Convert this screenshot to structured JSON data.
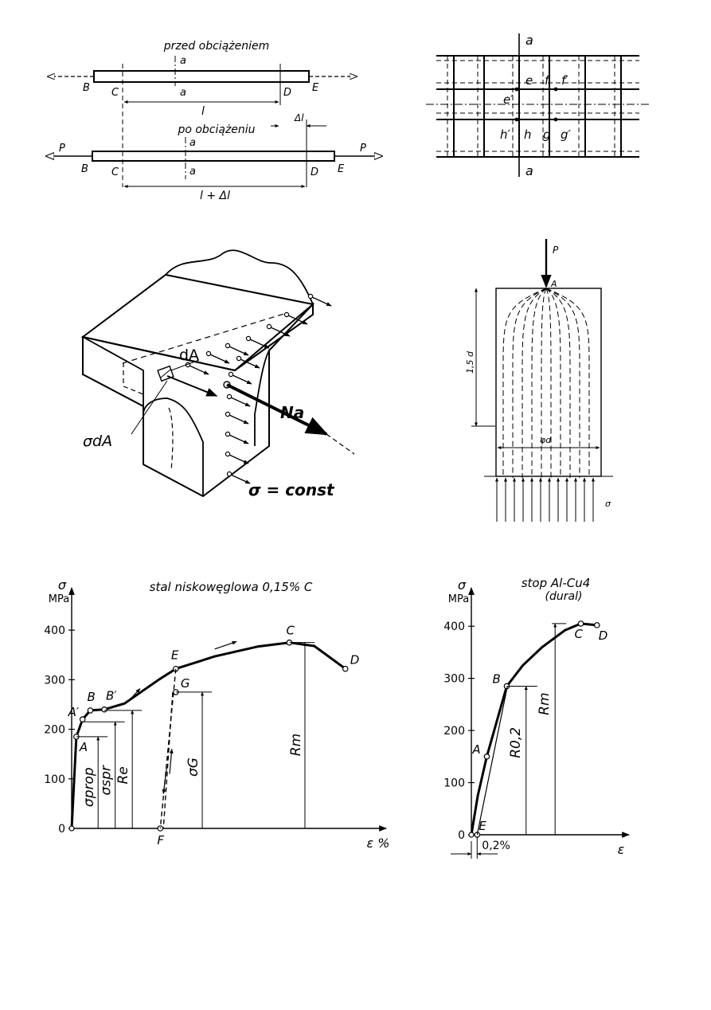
{
  "fig1": {
    "title_before": "przed obciążeniem",
    "title_after": "po obciążeniu",
    "label_a": "a",
    "label_B": "B",
    "label_C": "C",
    "label_D": "D",
    "label_E": "E",
    "label_l": "l",
    "label_dl": "Δl",
    "label_l_dl": "l + Δl",
    "label_P": "P"
  },
  "fig2": {
    "label_a": "a",
    "labels": [
      "e",
      "f",
      "f′",
      "e′",
      "h′",
      "h",
      "g",
      "g′"
    ]
  },
  "fig3": {
    "label_dA": "dA",
    "label_sigma_dA": "σdA",
    "label_Na": "Na",
    "label_sigma_const": "σ = const"
  },
  "fig4": {
    "label_P": "P",
    "label_A": "A",
    "label_15d": "1,5 d",
    "label_phid": "φd",
    "label_sigma": "σ"
  },
  "chart_data": [
    {
      "type": "line",
      "title": "stal niskowęglowa 0,15% C",
      "ylabel": "σ MPa",
      "xlabel": "ε %",
      "yticks": [
        0,
        100,
        200,
        300,
        400
      ],
      "ylim": [
        0,
        450
      ],
      "series": [
        {
          "points": [
            [
              0,
              0
            ],
            [
              0.15,
              185
            ],
            [
              0.35,
              220
            ],
            [
              0.6,
              238
            ],
            [
              1.05,
              240
            ],
            [
              1.7,
              252
            ],
            [
              2.8,
              300
            ],
            [
              3.35,
              322
            ],
            [
              4.6,
              347
            ],
            [
              6.0,
              367
            ],
            [
              7.0,
              375
            ],
            [
              7.8,
              368
            ],
            [
              8.8,
              322
            ]
          ]
        }
      ],
      "points": [
        {
          "label": "A",
          "x": 0.15,
          "y": 185
        },
        {
          "label": "A′",
          "x": 0.35,
          "y": 220
        },
        {
          "label": "B",
          "x": 0.6,
          "y": 238
        },
        {
          "label": "B′",
          "x": 1.05,
          "y": 240
        },
        {
          "label": "E",
          "x": 3.35,
          "y": 322
        },
        {
          "label": "G",
          "x": 3.35,
          "y": 275
        },
        {
          "label": "F",
          "x": 2.85,
          "y": 0
        },
        {
          "label": "C",
          "x": 7.0,
          "y": 375
        },
        {
          "label": "D",
          "x": 8.8,
          "y": 322
        }
      ],
      "stress_labels": [
        {
          "label": "σprop",
          "y": 185
        },
        {
          "label": "σspr",
          "y": 215
        },
        {
          "label": "Re",
          "y": 238
        },
        {
          "label": "σG",
          "y": 275
        },
        {
          "label": "Rm",
          "y": 375
        }
      ],
      "xlim": [
        0,
        9.6
      ]
    },
    {
      "type": "line",
      "title": "stop Al-Cu4",
      "subtitle": "(dural)",
      "ylabel": "σ MPa",
      "xlabel": "ε",
      "yticks": [
        0,
        100,
        200,
        300,
        400
      ],
      "ylim": [
        0,
        440
      ],
      "xlim": [
        0,
        2.2
      ],
      "series": [
        {
          "points": [
            [
              0,
              0
            ],
            [
              0.1,
              75
            ],
            [
              0.24,
              150
            ],
            [
              0.4,
              220
            ],
            [
              0.55,
              285
            ],
            [
              0.8,
              325
            ],
            [
              1.1,
              360
            ],
            [
              1.45,
              392
            ],
            [
              1.7,
              405
            ],
            [
              1.95,
              402
            ]
          ]
        }
      ],
      "points": [
        {
          "label": "A",
          "x": 0.24,
          "y": 150
        },
        {
          "label": "B",
          "x": 0.55,
          "y": 285
        },
        {
          "label": "C",
          "x": 1.7,
          "y": 405
        },
        {
          "label": "D",
          "x": 1.95,
          "y": 402
        },
        {
          "label": "E",
          "x": 0.09,
          "y": 0
        }
      ],
      "stress_labels": [
        {
          "label": "R0,2",
          "y": 285
        },
        {
          "label": "Rm",
          "y": 405
        }
      ],
      "offset_label": "0,2%"
    }
  ]
}
